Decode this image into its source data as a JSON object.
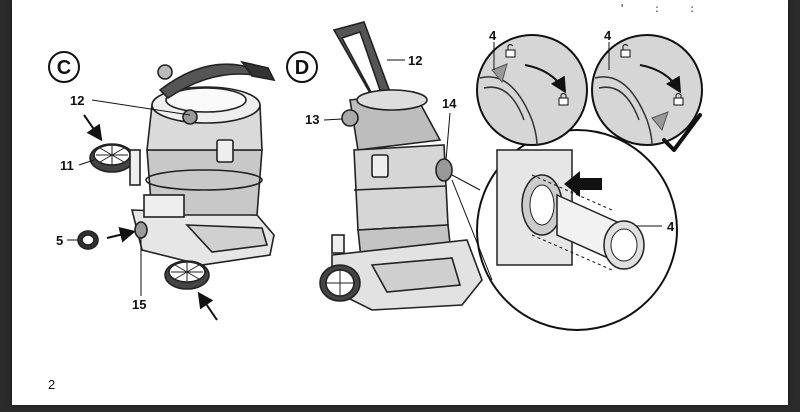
{
  "page_number": "2",
  "corner_marks": "' : :",
  "figures": {
    "c": {
      "label": "C",
      "callouts": {
        "p11": "11",
        "p12": "12",
        "p5": "5",
        "p15": "15"
      }
    },
    "d": {
      "label": "D",
      "callouts": {
        "p12": "12",
        "p13": "13",
        "p14": "14",
        "p4_left": "4",
        "p4_right": "4",
        "p4_detail": "4"
      }
    }
  }
}
